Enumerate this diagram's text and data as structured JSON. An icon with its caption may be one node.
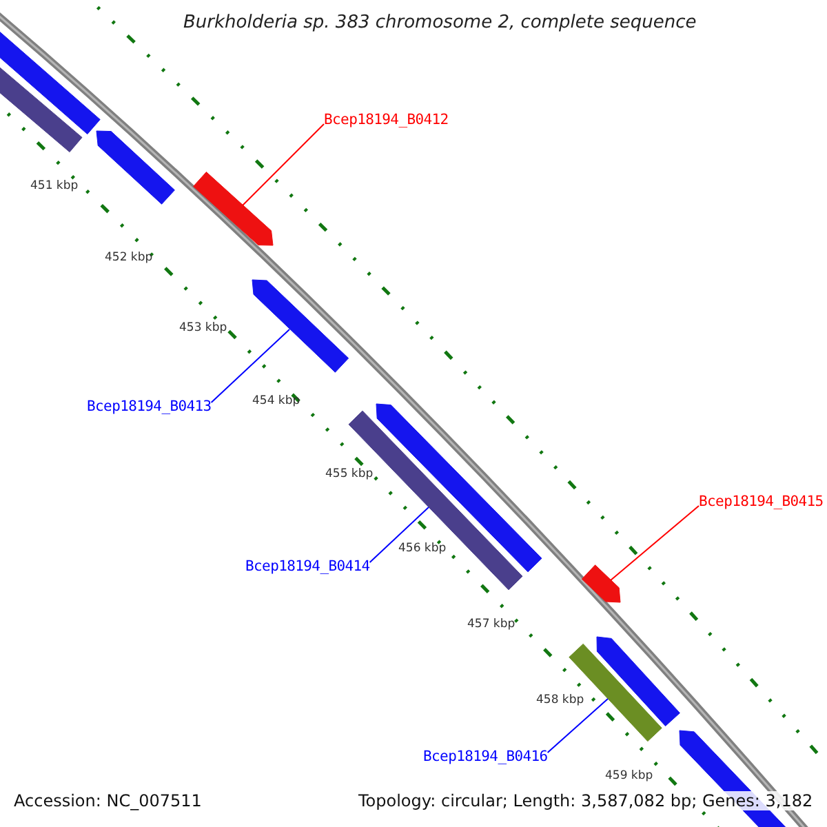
{
  "diagram": {
    "title": "Burkholderia sp. 383 chromosome 2, complete sequence",
    "nodes": [
      {
        "text": [
          "Bcep18194_B0412"
        ]
      },
      {
        "text": [],
        "shape": "bar"
      },
      {
        "text": [
          "Bcep18194_B0413"
        ]
      },
      {
        "text": [],
        "shape": "bar"
      },
      {
        "text": [
          "Bcep18194_B0414"
        ]
      },
      {
        "text": [],
        "shape": "bar"
      },
      {
        "text": [
          "Bcep18194_B0415"
        ]
      },
      {
        "text": [],
        "shape": "bar"
      },
      {
        "text": [
          "Bcep18194_B0416"
        ]
      },
      {
        "text": [],
        "shape": "bar"
      },
      {
        "text": [],
        "shape": "bar"
      },
      {
        "text": [],
        "shape": "bar"
      },
      {
        "text": [],
        "shape": "bar"
      },
      {
        "text": [],
        "shape": "bar"
      },
      {
        "text": [],
        "shape": "bar"
      },
      {
        "text": [],
        "shape": "bar"
      }
    ],
    "edges": [
      {
        "from": 0,
        "to": 1,
        "arrow": "none",
        "color": "#ff0000"
      },
      {
        "from": 2,
        "to": 3,
        "arrow": "none",
        "color": "#0000ff"
      },
      {
        "from": 4,
        "to": 5,
        "arrow": "none",
        "color": "#0000ff"
      },
      {
        "from": 6,
        "to": 7,
        "arrow": "none",
        "color": "#ff0000"
      },
      {
        "from": 8,
        "to": 9,
        "arrow": "none",
        "color": "#0000ff"
      }
    ],
    "labels": [
      "451 kbp",
      "452 kbp",
      "453 kbp",
      "454 kbp",
      "455 kbp",
      "456 kbp",
      "457 kbp",
      "458 kbp",
      "459 kbp",
      "Accession: NC_007511",
      "Topology: circular; Length: 3,587,082 bp; Genes: 3,182"
    ]
  }
}
